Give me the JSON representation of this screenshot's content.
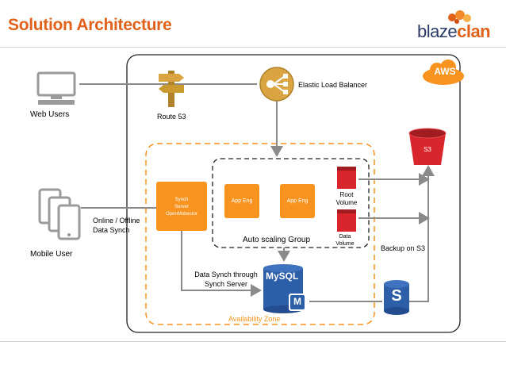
{
  "header": {
    "title": "Solution Architecture",
    "brand_part1": "blaze",
    "brand_part2": "clan"
  },
  "nodes": {
    "web_users": "Web Users",
    "route53": "Route 53",
    "elb": "Elastic Load Balancer",
    "aws": "AWS",
    "s3": "S3",
    "mobile_user": "Mobile User",
    "online_offline": "Online / Offline",
    "data_synch": "Data Synch",
    "sync_server_l1": "Synch",
    "sync_server_l2": "Server",
    "sync_server_l3": "OpenMobestor",
    "app_eng_1": "App Eng",
    "app_eng_2": "App Eng",
    "root_volume_l1": "Root",
    "root_volume_l2": "Volume",
    "data_volume_l1": "Data",
    "data_volume_l2": "Volume",
    "auto_scaling": "Auto scaling Group",
    "backup_s3": "Backup on S3",
    "data_synch_through_l1": "Data Synch through",
    "data_synch_through_l2": "Synch Server",
    "mysql": "MySQL",
    "mysql_m": "M",
    "s_icon": "S",
    "availability_zone": "Availability Zone"
  },
  "colors": {
    "title": "#e0621a",
    "orange": "#f7931e",
    "aws_orange": "#f7931e",
    "route53_gold": "#c99a2e",
    "elb_gold": "#d9a441",
    "s3_red": "#d9262c",
    "mysql_blue": "#2d5ea8",
    "line_gray": "#8a8a8a"
  }
}
